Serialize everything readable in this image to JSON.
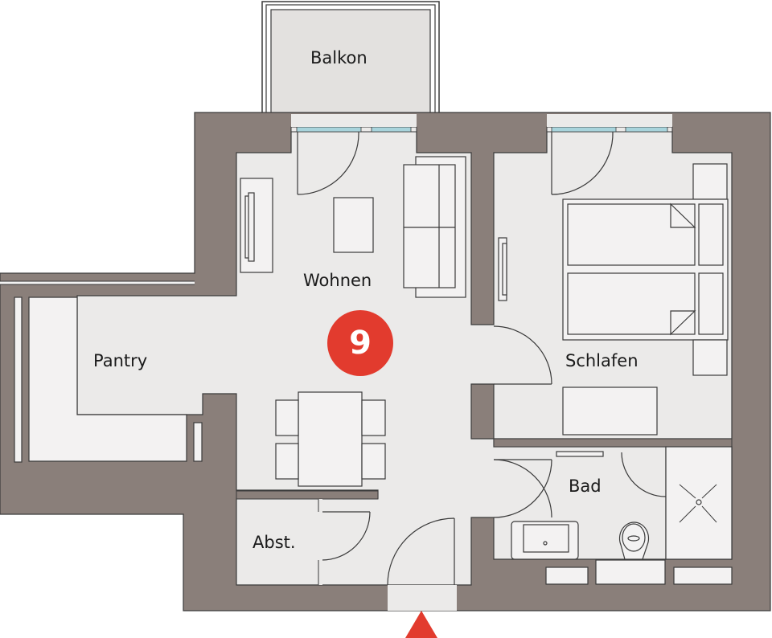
{
  "plan": {
    "unit_number": "9",
    "rooms": [
      {
        "id": "balkon",
        "label": "Balkon"
      },
      {
        "id": "wohnen",
        "label": "Wohnen"
      },
      {
        "id": "pantry",
        "label": "Pantry"
      },
      {
        "id": "schlafen",
        "label": "Schlafen"
      },
      {
        "id": "bad",
        "label": "Bad"
      },
      {
        "id": "abst",
        "label": "Abst."
      }
    ],
    "entrance_marker": "entrance-arrow"
  },
  "colors": {
    "wall": "#8a7f7a",
    "floor": "#ebeae9",
    "furniture": "#f3f2f2",
    "line": "#3a3a3a",
    "window": "#a8d4dc",
    "badge": "#e23b2e",
    "entry": "#e23b2e",
    "background": "#ffffff"
  }
}
